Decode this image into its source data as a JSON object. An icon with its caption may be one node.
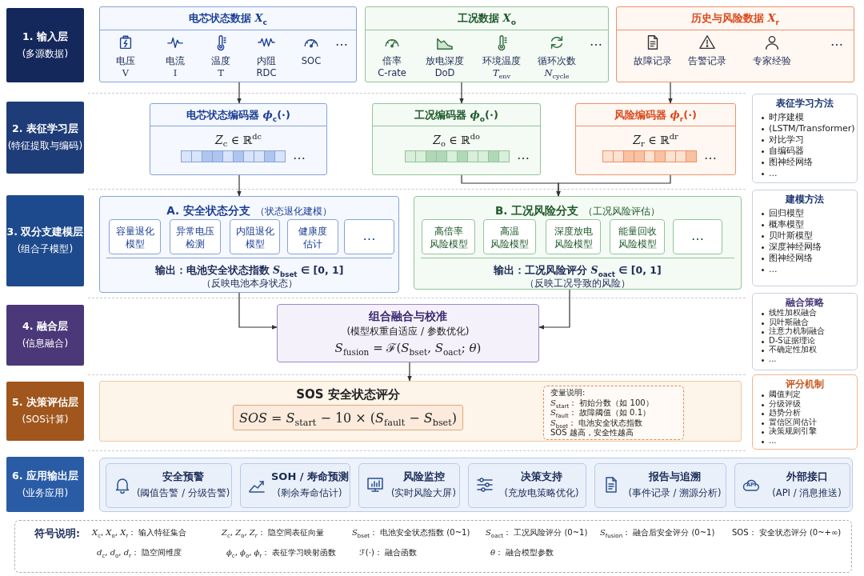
{
  "diagram": {
    "nodes": [
      {
        "text": [
          "1. 输入层",
          "(多源数据)"
        ]
      },
      {
        "text": [
          "电芯状态数据 *X*$_{c}$"
        ]
      },
      {
        "text": [
          "工况数据 *X*$_{o}$"
        ]
      },
      {
        "text": [
          "历史与风险数据 *X*$_{r}$"
        ]
      },
      {
        "text": [
          "2. 表征学习层",
          "(特征提取与编码)"
        ]
      },
      {
        "text": [
          "电芯状态编码器 *ϕ*$_{c}$(·)",
          "*Z*$_{c}$ ∈ ℝ$^{dc}$",
          "…"
        ]
      },
      {
        "text": [
          "工况编码器 *ϕ*$_{o}$(·)",
          "*Z*$_{o}$ ∈ ℝ$^{do}$",
          "…"
        ]
      },
      {
        "text": [
          "风险编码器 *ϕ*$_{r}$(·)",
          "*Z*$_{r}$ ∈ ℝ$^{dr}$",
          "…"
        ]
      },
      {
        "text": [
          "表征学习方法",
          "时序建模",
          "(LSTM/Transformer)",
          "对比学习",
          "自编码器",
          "图神经网络",
          "..."
        ]
      },
      {
        "text": [
          "3. 双分支建模层",
          "(组合子模型)"
        ]
      },
      {
        "text": [
          "A. 安全状态分支",
          "（状态退化建模）",
          "输出：电池安全状态指数 *S*$_{bset}$ ∈ [0, 1]",
          "（反映电池本身状态）"
        ]
      },
      {
        "text": [
          "容量退化模型"
        ],
        "in": 10
      },
      {
        "text": [
          "异常电压检测"
        ],
        "in": 10
      },
      {
        "text": [
          "内阻退化模型"
        ],
        "in": 10
      },
      {
        "text": [
          "健康度估计"
        ],
        "in": 10
      },
      {
        "text": [
          "…"
        ],
        "in": 10
      },
      {
        "text": [
          "B. 工况风险分支",
          "（工况风险评估）",
          "输出：工况风险评分 *S*$_{oact}$ ∈ [0, 1]",
          "（反映工况导致的风险）"
        ]
      },
      {
        "text": [
          "高倍率风险模型"
        ],
        "in": 16
      },
      {
        "text": [
          "高温风险模型"
        ],
        "in": 16
      },
      {
        "text": [
          "深度放电风险模型"
        ],
        "in": 16
      },
      {
        "text": [
          "能量回收风险模型"
        ],
        "in": 16
      },
      {
        "text": [
          "…"
        ],
        "in": 16
      },
      {
        "text": [
          "建模方法",
          "回归模型",
          "概率模型",
          "贝叶斯模型",
          "深度神经网络",
          "图神经网络",
          "..."
        ]
      },
      {
        "text": [
          "4. 融合层",
          "(信息融合)"
        ]
      },
      {
        "text": [
          "组合融合与校准",
          "(模型权重自适应 / 参数优化)",
          "*S*$_{fusion}$ = ℱ(*S*$_{bset}$, *S*$_{oact}$; *θ*)"
        ]
      },
      {
        "text": [
          "融合策略",
          "线性加权融合",
          "贝叶斯融合",
          "注意力机制融合",
          "D-S证据理论",
          "不确定性加权",
          "..."
        ]
      },
      {
        "text": [
          "5. 决策评估层",
          "(SOS计算)"
        ]
      },
      {
        "text": [
          "SOS 安全状态评分"
        ]
      },
      {
        "text": [
          "*SOS* = *S*$_{start}$ − 10 × (*S*$_{fault}$ − *S*$_{bset}$)"
        ],
        "in": 27
      },
      {
        "text": [
          "变量说明:",
          "*S*$_{start}$： 初始分数（如 100）",
          "*S*$_{fault}$： 故障阈值（如 0.1）",
          "*S*$_{bset}$： 电池安全状态指数",
          "SOS 越高，安全性越高"
        ],
        "in": 27
      },
      {
        "text": [
          "评分机制",
          "阈值判定",
          "分级评级",
          "趋势分析",
          "置信区间估计",
          "决策规则引擎",
          "..."
        ]
      },
      {
        "text": [
          "6. 应用输出层",
          "(业务应用)"
        ]
      },
      {
        "text": [],
        "shape": "box"
      },
      {
        "text": [
          "安全预警",
          "(阈值告警 / 分级告警)"
        ],
        "in": 32
      },
      {
        "text": [
          "SOH / 寿命预测",
          "(剩余寿命估计)"
        ],
        "in": 32
      },
      {
        "text": [
          "风险监控",
          "(实时风险大屏)"
        ],
        "in": 32
      },
      {
        "text": [
          "决策支持",
          "(充放电策略优化)"
        ],
        "in": 32
      },
      {
        "text": [
          "报告与追溯",
          "(事件记录 / 溯源分析)"
        ],
        "in": 32
      },
      {
        "text": [
          "外部接口",
          "(API / 消息推送)"
        ],
        "in": 32
      },
      {
        "text": [
          "符号说明:",
          "*X*$_{c}$, *X*$_{o}$, *X*$_{r}$： 输入特征集合",
          "*Z*$_{c}$, *Z*$_{o}$, *Z*$_{r}$： 隐空间表征向量",
          "*S*$_{bset}$： 电池安全状态指数 (0~1)",
          "*S*$_{oact}$： 工况风险评分 (0~1)",
          "*S*$_{fusion}$： 融合后安全评分 (0~1)",
          "SOS： 安全状态评分 (0~+∞)",
          "*d*$_{c}$, *d*$_{o}$, *d*$_{r}$： 隐空间维度",
          "*ϕ*$_{c}$, *ϕ*$_{o}$, *ϕ*$_{r}$： 表征学习映射函数",
          "ℱ(·)： 融合函数",
          "*θ*： 融合模型参数"
        ]
      }
    ],
    "edges": [
      {
        "from": 1,
        "to": 5,
        "arrow": "to"
      },
      {
        "from": 2,
        "to": 6,
        "arrow": "to"
      },
      {
        "from": 3,
        "to": 7,
        "arrow": "to"
      },
      {
        "from": 5,
        "to": 10,
        "arrow": "to"
      },
      {
        "from": 6,
        "to": 16,
        "arrow": "to"
      },
      {
        "from": 7,
        "to": 16,
        "arrow": "to"
      },
      {
        "from": 10,
        "to": 24,
        "arrow": "to"
      },
      {
        "from": 16,
        "to": 24,
        "arrow": "to"
      },
      {
        "from": 24,
        "to": 27,
        "arrow": "to"
      }
    ],
    "labels": [
      "电压",
      "V",
      "电流",
      "I",
      "温度",
      "T",
      "内阻",
      "RDC",
      "SOC",
      "…",
      "倍率",
      "C-rate",
      "放电深度",
      "DoD",
      "环境温度",
      "*T*$_{env}$",
      "循环次数",
      "*N*$_{cycle}$",
      "…",
      "故障记录",
      "告警记录",
      "专家经验",
      "…",
      "API"
    ]
  }
}
